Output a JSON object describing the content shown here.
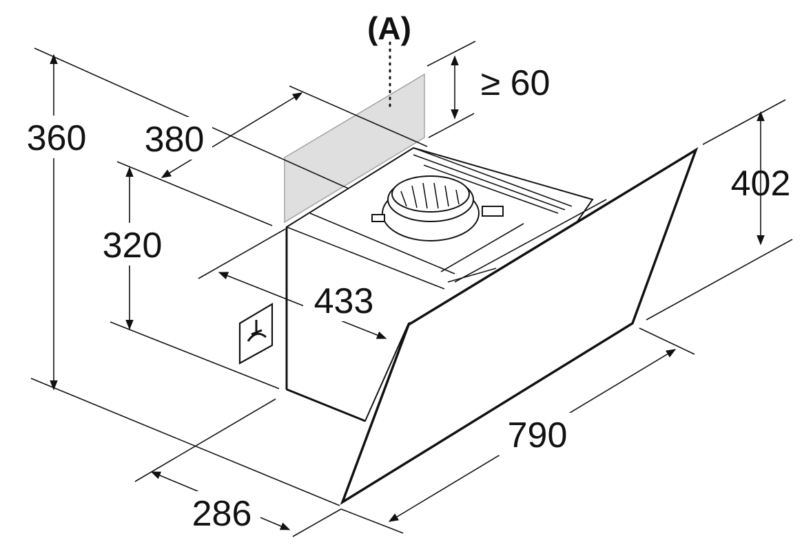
{
  "callout": {
    "label": "(A)"
  },
  "dimensions": {
    "height_total": "360",
    "depth_top": "380",
    "clearance": "≥ 60",
    "height_body": "320",
    "width_inner": "433",
    "height_panel": "402",
    "width_total": "790",
    "depth_bottom": "286"
  },
  "colors": {
    "line": "#111111",
    "ghost_panel": "#dcdcdc",
    "background": "#ffffff"
  },
  "icons": {
    "socket": "electrical-connection-icon"
  }
}
